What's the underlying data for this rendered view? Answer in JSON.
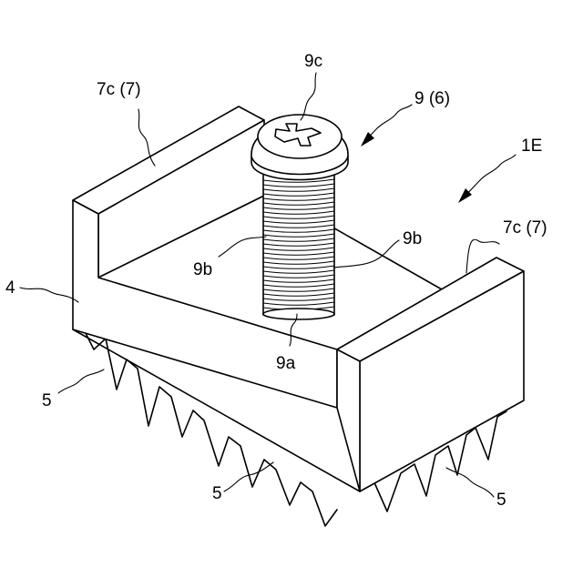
{
  "labels": {
    "screw_head": "9c",
    "screw": "9 (6)",
    "left_wall": "7c (7)",
    "assembly": "1E",
    "right_wall": "7c (7)",
    "thread_left": "9b",
    "thread_right": "9b",
    "base_plate": "4",
    "screw_tip": "9a",
    "spike_left": "5",
    "spike_bottom": "5",
    "spike_right": "5"
  }
}
